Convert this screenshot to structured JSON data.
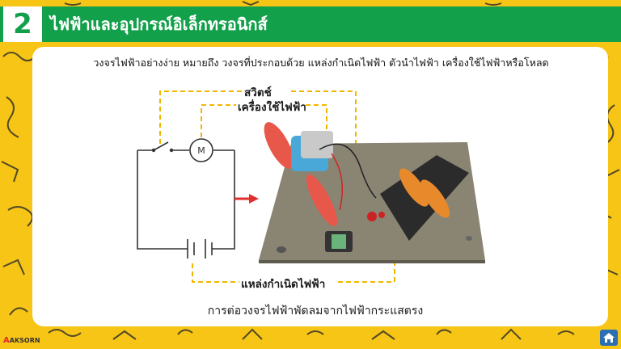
{
  "header": {
    "number": "2",
    "title": "ไฟฟ้าและอุปกรณ์อิเล็กทรอนิกส์"
  },
  "content": {
    "intro": "วงจรไฟฟ้าอย่างง่าย หมายถึง วงจรที่ประกอบด้วย แหล่งกำเนิดไฟฟ้า ตัวนำไฟฟ้า เครื่องใช้ไฟฟ้าหรือโหลด",
    "label_switch": "สวิตช์",
    "label_appliance": "เครื่องใช้ไฟฟ้า",
    "label_source": "แหล่งกำเนิดไฟฟ้า",
    "motor_symbol": "M",
    "caption": "การต่อวงจรไฟฟ้าพัดลมจากไฟฟ้ากระแสตรง"
  },
  "footer": {
    "brand_initial": "A",
    "brand_rest": "AKSORN"
  },
  "icons": {
    "home": "home-icon",
    "arrow": "arrow-right-icon"
  },
  "colors": {
    "header_green": "#13a04a",
    "background_yellow": "#f6c516",
    "dashed_line": "#f2b600",
    "arrow_red": "#e0302e"
  }
}
